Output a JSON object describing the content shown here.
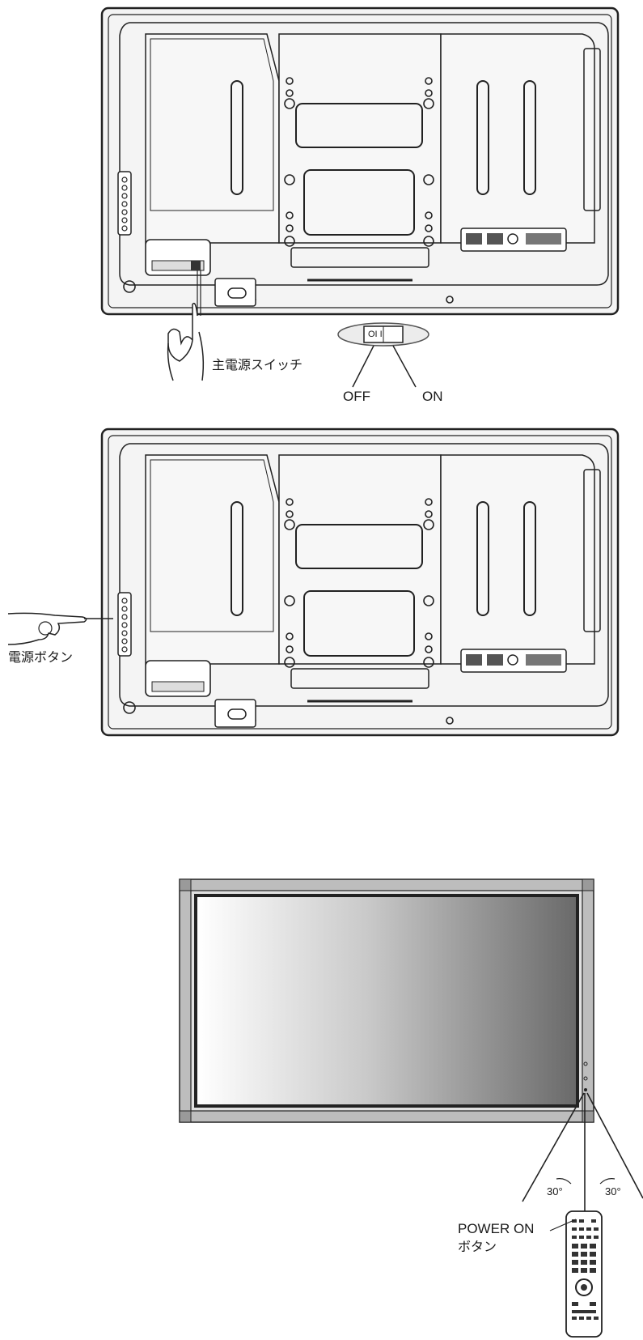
{
  "figure1": {
    "main_switch_label": "主電源スイッチ",
    "switch_face": "OI I",
    "off_label": "OFF",
    "on_label": "ON"
  },
  "figure2": {
    "power_button_label": "電源ボタン"
  },
  "figure3": {
    "angle_left": "30°",
    "angle_right": "30°",
    "power_on_label_line1": "POWER ON",
    "power_on_label_line2": "ボタン"
  },
  "colors": {
    "panel_fill": "#f4f4f4",
    "panel_stroke": "#222222",
    "screen_dark": "#6a6a6a",
    "screen_light": "#ffffff",
    "bezel": "#bdbdbd"
  }
}
